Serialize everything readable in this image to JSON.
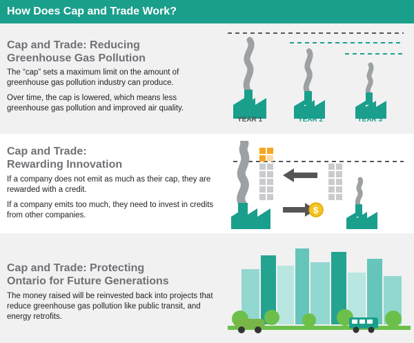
{
  "header": {
    "title": "How Does Cap and Trade Work?"
  },
  "sections": [
    {
      "title_line1": "Cap and Trade: Reducing",
      "title_line2": "Greenhouse Gas Pollution",
      "paragraphs": [
        "The “cap” sets a maximum limit on the amount of greenhouse gas pollution industry can produce.",
        "Over time, the cap is lowered, which means less greenhouse gas pollution and improved air quality."
      ],
      "years": [
        "YEAR 1",
        "YEAR 2",
        "YEAR 3"
      ]
    },
    {
      "title_line1": "Cap and Trade:",
      "title_line2": "Rewarding Innovation",
      "paragraphs": [
        "If a company does not emit as much as their cap, they are rewarded with a credit.",
        "If a company emits too much, they need to invest in credits from other companies."
      ]
    },
    {
      "title_line1": "Cap and Trade: Protecting",
      "title_line2": "Ontario for Future Generations",
      "paragraphs": [
        "The money raised will be reinvested back into projects that reduce greenhouse gas pollution like public transit, and energy retrofits."
      ]
    }
  ],
  "colors": {
    "teal": "#1a9f8c",
    "smoke": "#9ea1a4",
    "orange": "#f5a623",
    "credit_gray": "#c9cbcd",
    "year_gray": "#555555"
  }
}
